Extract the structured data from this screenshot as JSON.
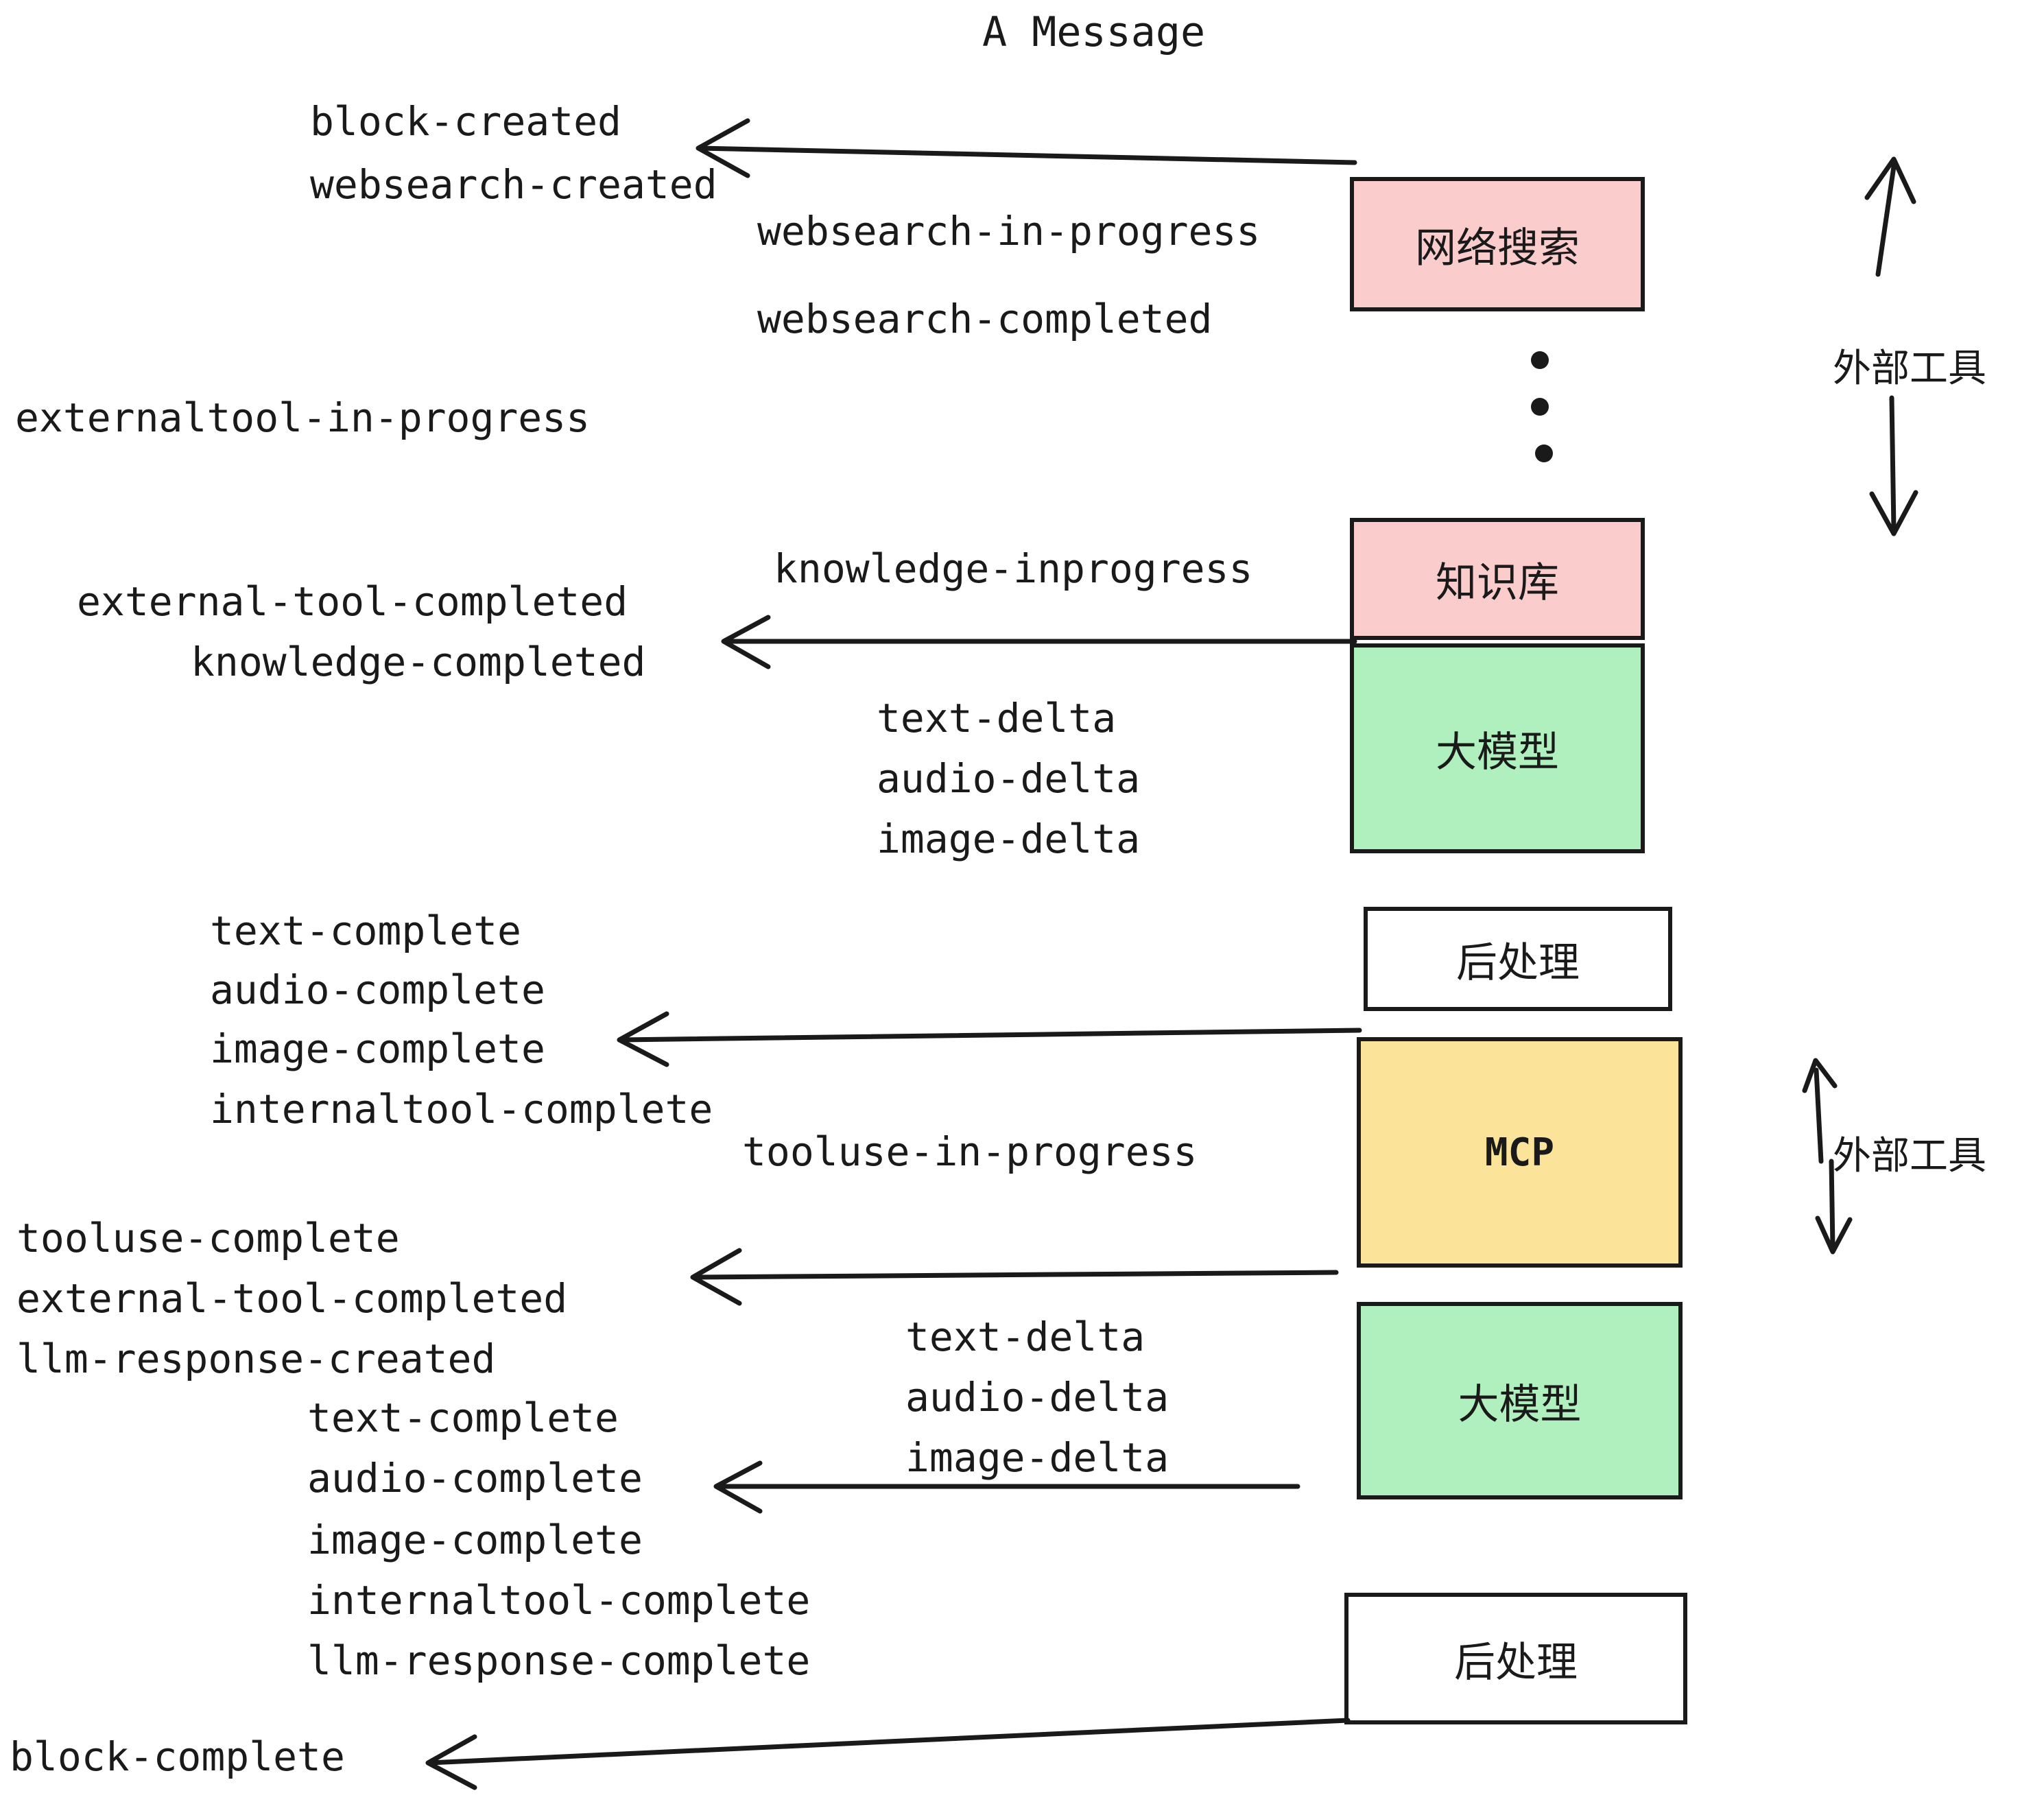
{
  "title": "A Message",
  "colors": {
    "pink": "#FACCCC",
    "green": "#B0EFBE",
    "yellow": "#FBE49A",
    "white": "#FFFFFF",
    "stroke": "#1a1a1a",
    "text": "#1a1a1a"
  },
  "boxes": [
    {
      "id": "websearch",
      "label": "网络搜索",
      "fill": "#FACCCC"
    },
    {
      "id": "knowledge",
      "label": "知识库",
      "fill": "#FACCCC"
    },
    {
      "id": "llm-top",
      "label": "大模型",
      "fill": "#B0EFBE"
    },
    {
      "id": "postprocess-top",
      "label": "后处理",
      "fill": "#FFFFFF"
    },
    {
      "id": "mcp",
      "label": "MCP",
      "fill": "#FBE49A"
    },
    {
      "id": "llm-bottom",
      "label": "大模型",
      "fill": "#B0EFBE"
    },
    {
      "id": "postprocess-bottom",
      "label": "后处理",
      "fill": "#FFFFFF"
    }
  ],
  "side_labels": [
    {
      "id": "external-tools-top",
      "label": "外部工具"
    },
    {
      "id": "external-tools-bottom",
      "label": "外部工具"
    }
  ],
  "events": {
    "block_created": "block-created",
    "websearch_created": "websearch-created",
    "websearch_in_progress": "websearch-in-progress",
    "websearch_completed": "websearch-completed",
    "externaltool_in_progress": "externaltool-in-progress",
    "knowledge_inprogress": "knowledge-inprogress",
    "external_tool_completed_1": "external-tool-completed",
    "knowledge_completed": "knowledge-completed",
    "text_delta_1": "text-delta",
    "audio_delta_1": "audio-delta",
    "image_delta_1": "image-delta",
    "text_complete_1": "text-complete",
    "audio_complete_1": "audio-complete",
    "image_complete_1": "image-complete",
    "internaltool_complete_1": "internaltool-complete",
    "tooluse_in_progress": "tooluse-in-progress",
    "tooluse_complete": "tooluse-complete",
    "external_tool_completed_2": "external-tool-completed",
    "llm_response_created": "llm-response-created",
    "text_delta_2": "text-delta",
    "audio_delta_2": "audio-delta",
    "image_delta_2": "image-delta",
    "text_complete_2": "text-complete",
    "audio_complete_2": "audio-complete",
    "image_complete_2": "image-complete",
    "internaltool_complete_2": "internaltool-complete",
    "llm_response_complete": "llm-response-complete",
    "block_complete": "block-complete"
  },
  "ellipsis": {
    "dots": 3
  }
}
